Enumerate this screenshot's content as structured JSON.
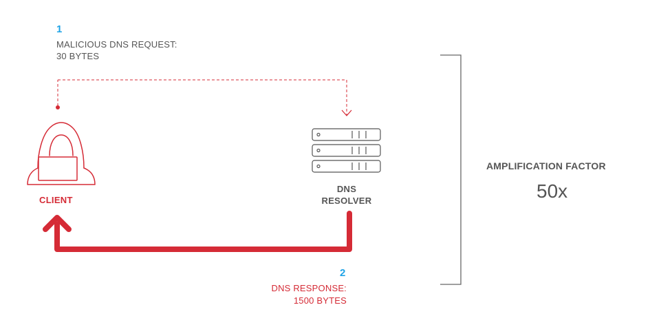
{
  "colors": {
    "accent_red": "#d52b36",
    "accent_blue": "#1fa3e6",
    "text_gray": "#555555",
    "line_gray": "#666666"
  },
  "request": {
    "step_number": "1",
    "label": "MALICIOUS DNS REQUEST:\n30 BYTES"
  },
  "response": {
    "step_number": "2",
    "label": "DNS RESPONSE:\n1500 BYTES"
  },
  "client": {
    "label": "CLIENT",
    "icon": "hooded-hacker-icon"
  },
  "resolver": {
    "label": "DNS\nRESOLVER",
    "icon": "server-rack-icon"
  },
  "amplification": {
    "title": "AMPLIFICATION FACTOR",
    "value": "50x"
  }
}
